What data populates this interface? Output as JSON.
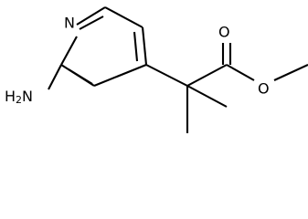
{
  "molecule": {
    "atoms": {
      "N_ring": "N",
      "O_carbonyl": "O",
      "O_ester": "O",
      "amine_main": "H",
      "amine_sub": "2",
      "amine_tail": "N"
    }
  }
}
